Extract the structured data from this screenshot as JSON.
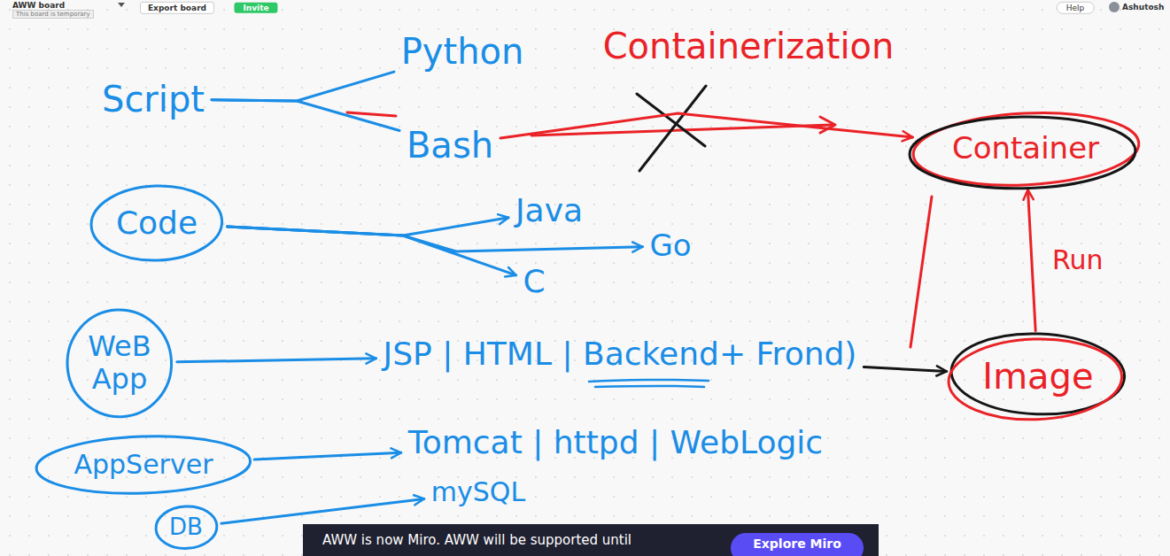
{
  "diagram": {
    "nodes": [
      {
        "text": [
          "Script"
        ]
      },
      {
        "text": [
          "Python"
        ]
      },
      {
        "text": [
          "Bash"
        ]
      },
      {
        "text": [
          "Container"
        ]
      },
      {
        "text": [
          "Code"
        ]
      },
      {
        "text": [
          "Java"
        ]
      },
      {
        "text": [
          "C"
        ]
      },
      {
        "text": [
          "Go"
        ]
      },
      {
        "text": [
          "Image"
        ]
      },
      {
        "text": [
          "WeB App"
        ]
      },
      {
        "text": [
          "JSP | HTML | Backend+ Frond)"
        ]
      },
      {
        "text": [
          "AppServer"
        ]
      },
      {
        "text": [
          "Tomcat | httpd | WebLogic"
        ]
      },
      {
        "text": [
          "DB"
        ]
      },
      {
        "text": [
          "mySQL"
        ]
      }
    ],
    "edges": [
      {
        "from": 0,
        "to": 1,
        "arrow": "none"
      },
      {
        "from": 0,
        "to": 2,
        "arrow": "none"
      },
      {
        "from": 2,
        "to": 3,
        "arrow": "to"
      },
      {
        "from": 4,
        "to": 5,
        "arrow": "to"
      },
      {
        "from": 4,
        "to": 6,
        "arrow": "to"
      },
      {
        "from": 4,
        "to": 7,
        "arrow": "to"
      },
      {
        "from": 8,
        "to": 3,
        "label": "Run",
        "arrow": "to"
      },
      {
        "from": 9,
        "to": 10,
        "arrow": "to"
      },
      {
        "from": 10,
        "to": 8,
        "arrow": "to"
      },
      {
        "from": 11,
        "to": 12,
        "arrow": "to"
      },
      {
        "from": 13,
        "to": 14,
        "arrow": "to"
      }
    ],
    "labels": [
      "AWW board",
      "This board is temporary",
      "Export board",
      "Invite",
      "Help",
      "Ashutosh",
      "Containerization",
      "AWW is now Miro. AWW will be supported until",
      "Explore Miro"
    ]
  }
}
